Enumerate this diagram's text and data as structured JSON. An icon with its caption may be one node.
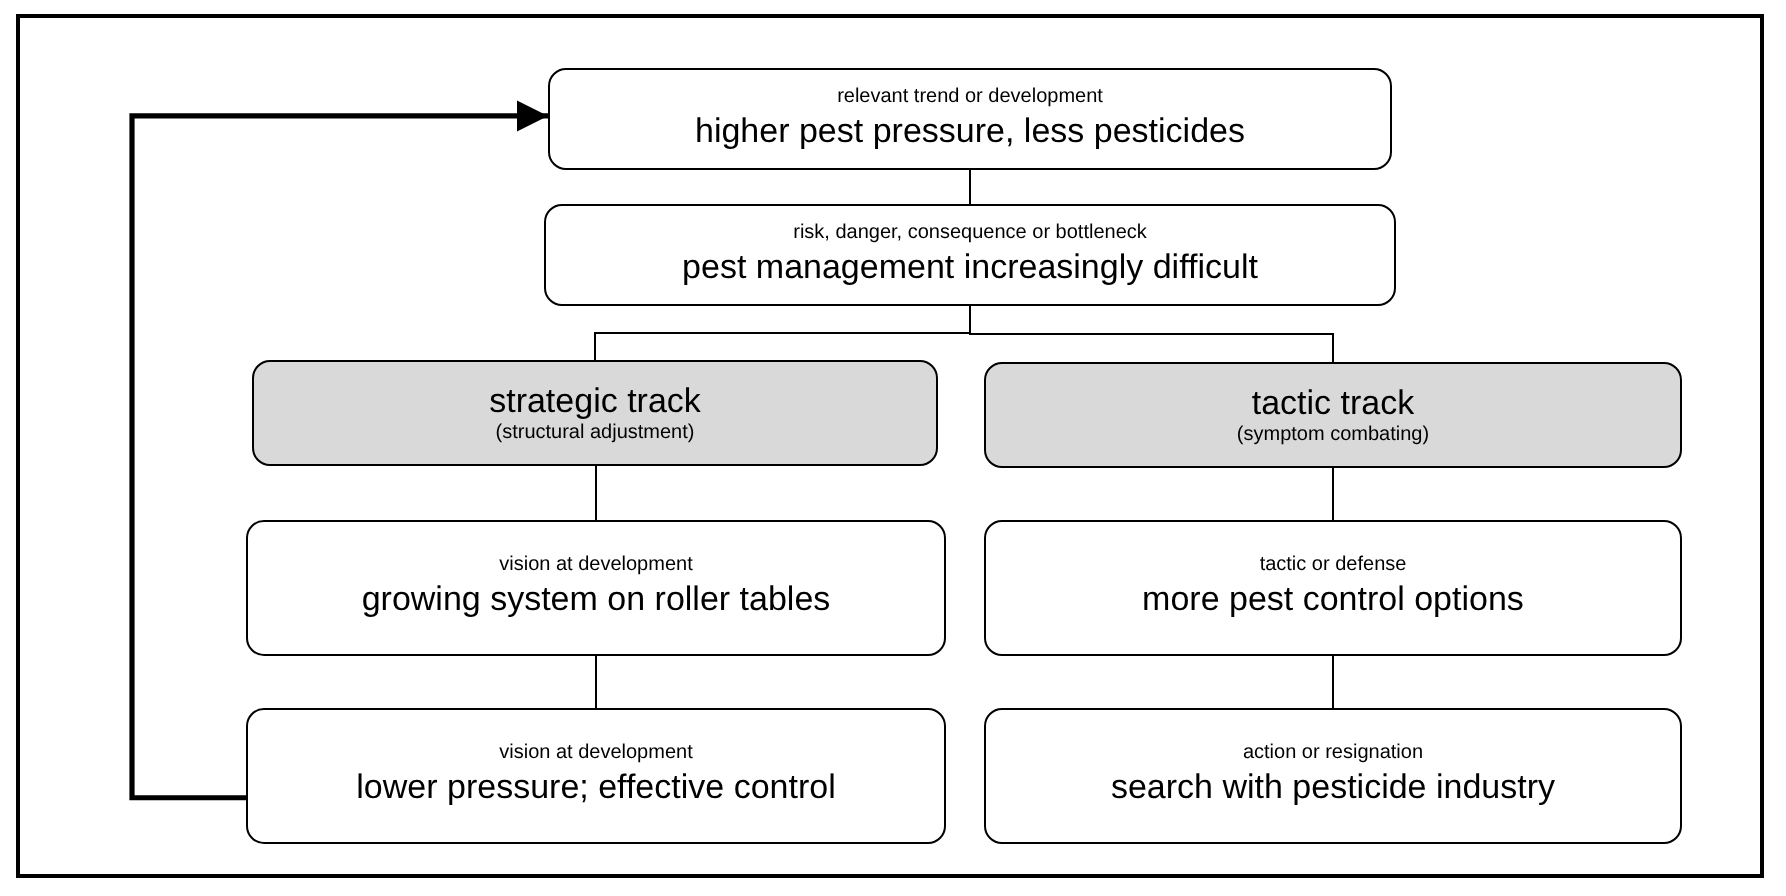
{
  "diagram": {
    "nodes": [
      {
        "text": [
          "relevant trend or development",
          "higher pest pressure, less pesticides"
        ]
      },
      {
        "text": [
          "risk, danger, consequence or bottleneck",
          "pest management increasingly difficult"
        ]
      },
      {
        "text": [
          "strategic track",
          "(structural adjustment)"
        ]
      },
      {
        "text": [
          "tactic track",
          "(symptom combating)"
        ]
      },
      {
        "text": [
          "vision at development",
          "growing system on roller tables"
        ]
      },
      {
        "text": [
          "tactic or defense",
          "more pest control options"
        ]
      },
      {
        "text": [
          "vision at development",
          "lower pressure; effective control"
        ]
      },
      {
        "text": [
          "action or resignation",
          "search with pesticide industry"
        ]
      }
    ],
    "edges": [
      {
        "from": 0,
        "to": 1,
        "arrow": "none"
      },
      {
        "from": 1,
        "to": 2,
        "arrow": "none"
      },
      {
        "from": 1,
        "to": 3,
        "arrow": "none"
      },
      {
        "from": 2,
        "to": 4,
        "arrow": "none"
      },
      {
        "from": 4,
        "to": 6,
        "arrow": "none"
      },
      {
        "from": 3,
        "to": 5,
        "arrow": "none"
      },
      {
        "from": 5,
        "to": 7,
        "arrow": "none"
      },
      {
        "from": 6,
        "to": 0,
        "arrow": "to",
        "style": "thick"
      }
    ]
  }
}
